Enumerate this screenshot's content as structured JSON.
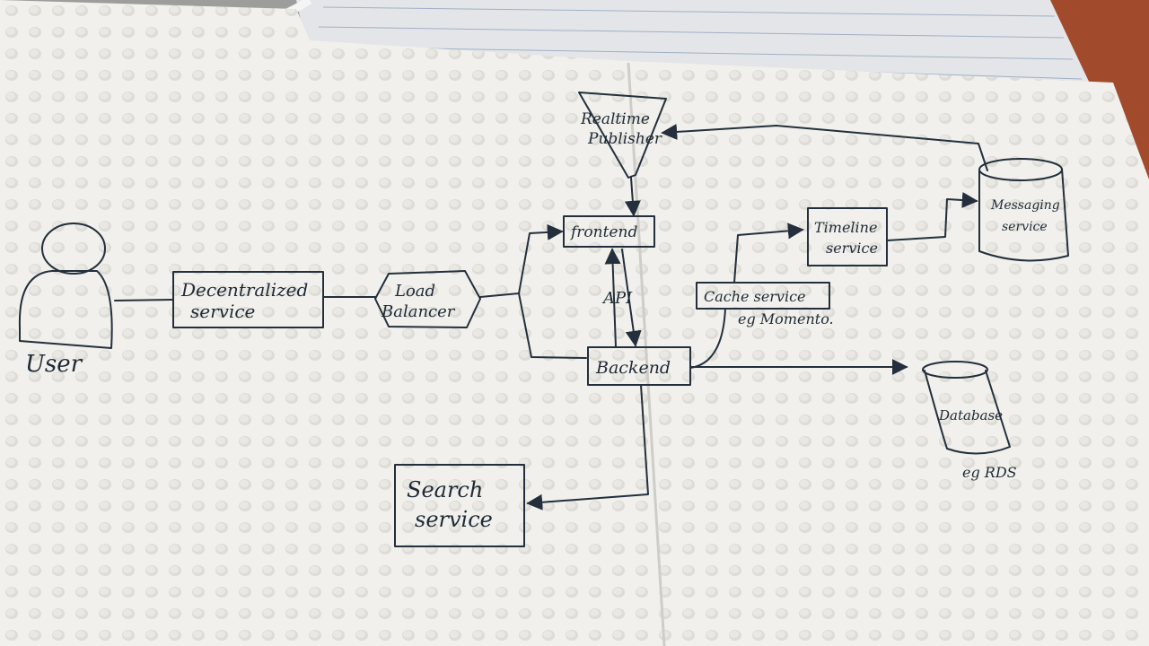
{
  "diagram": {
    "nodes": {
      "user": {
        "label": "User"
      },
      "decentralized_service": {
        "line1": "Decentralized",
        "line2": "service"
      },
      "load_balancer": {
        "line1": "Load",
        "line2": "Balancer"
      },
      "frontend": {
        "label": "frontend"
      },
      "backend": {
        "label": "Backend"
      },
      "realtime_publisher": {
        "line1": "Realtime",
        "line2": "Publisher"
      },
      "cache_service": {
        "label": "Cache service",
        "note": "eg Momento."
      },
      "timeline_service": {
        "line1": "Timeline",
        "line2": "service"
      },
      "messaging_service": {
        "line1": "Messaging",
        "line2": "service"
      },
      "database": {
        "label": "Database",
        "note": "eg RDS"
      },
      "search_service": {
        "line1": "Search",
        "line2": "service"
      }
    },
    "edges": {
      "api_label": "API"
    }
  },
  "colors": {
    "ink": "#232f3c",
    "paper": "#f3f2ee",
    "lined_paper": "#e4e5e8",
    "background_right": "#a24a2c"
  }
}
